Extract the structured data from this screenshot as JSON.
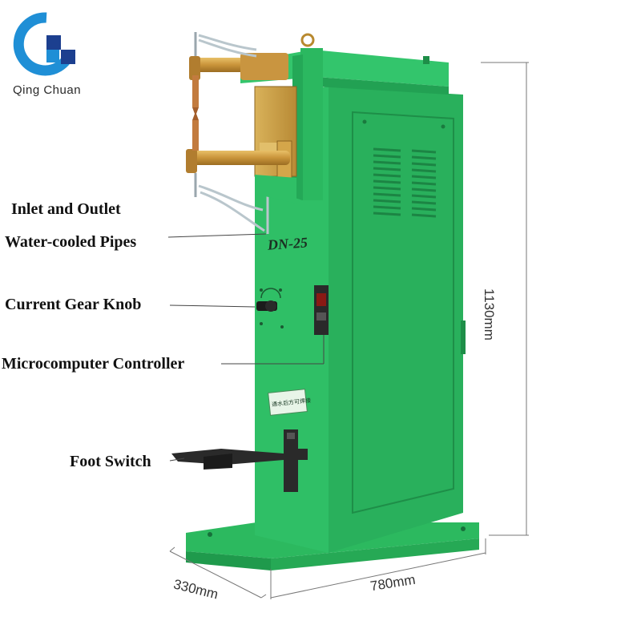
{
  "brand": {
    "name": "Qing Chuan",
    "logo_colors": {
      "blue": "#1f8fd6",
      "navy": "#1c3f8f"
    }
  },
  "machine": {
    "model_label": "DN-25",
    "panel_sticker": "通水后方可焊接",
    "body_color": "#2dbb62",
    "body_shade_color": "#23a455",
    "copper_color": "#c9943a"
  },
  "callouts": {
    "pipes_line1": "Inlet and Outlet",
    "pipes_line2": "Water-cooled Pipes",
    "knob": "Current Gear Knob",
    "controller": "Microcomputer Controller",
    "foot_switch": "Foot Switch"
  },
  "dimensions": {
    "height": "1130mm",
    "width": "780mm",
    "depth": "330mm"
  }
}
